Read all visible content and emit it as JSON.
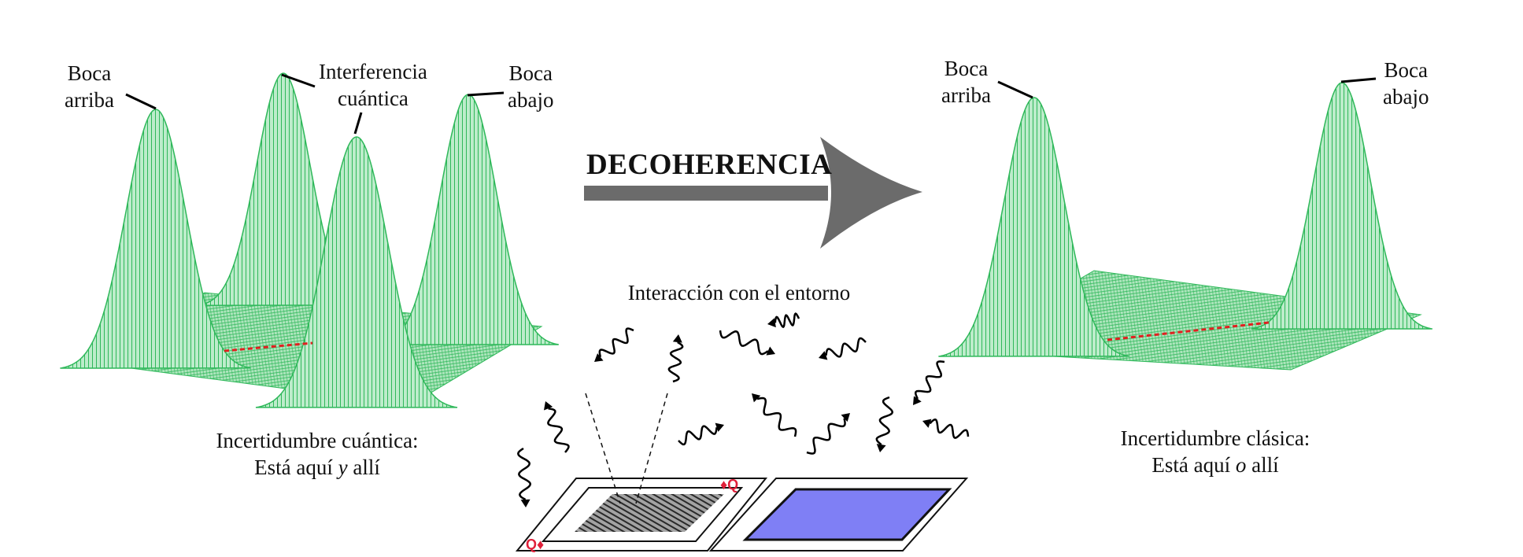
{
  "left_panel": {
    "label_boca_arriba": [
      "Boca",
      "arriba"
    ],
    "label_interferencia": [
      "Interferencia",
      "cuántica"
    ],
    "label_boca_abajo": [
      "Boca",
      "abajo"
    ],
    "caption_line1": "Incertidumbre cuántica:",
    "caption_line2_pre": "Está aquí ",
    "caption_line2_em": "y",
    "caption_line2_post": " allí"
  },
  "middle": {
    "arrow_label": "DECOHERENCIA",
    "environment_label": "Interacción con el entorno"
  },
  "right_panel": {
    "label_boca_arriba": [
      "Boca",
      "arriba"
    ],
    "label_boca_abajo": [
      "Boca",
      "abajo"
    ],
    "caption_line1": "Incertidumbre clásica:",
    "caption_line2_pre": "Está aquí ",
    "caption_line2_em": "o",
    "caption_line2_post": " allí"
  },
  "colors": {
    "mesh_green": "#2fb85a",
    "mesh_fill": "#8fdca6",
    "arrow_gray": "#6b6b6b",
    "dash_red": "#e02020",
    "card_back_blue": "#7f7ff5",
    "card_red": "#e0203a"
  }
}
